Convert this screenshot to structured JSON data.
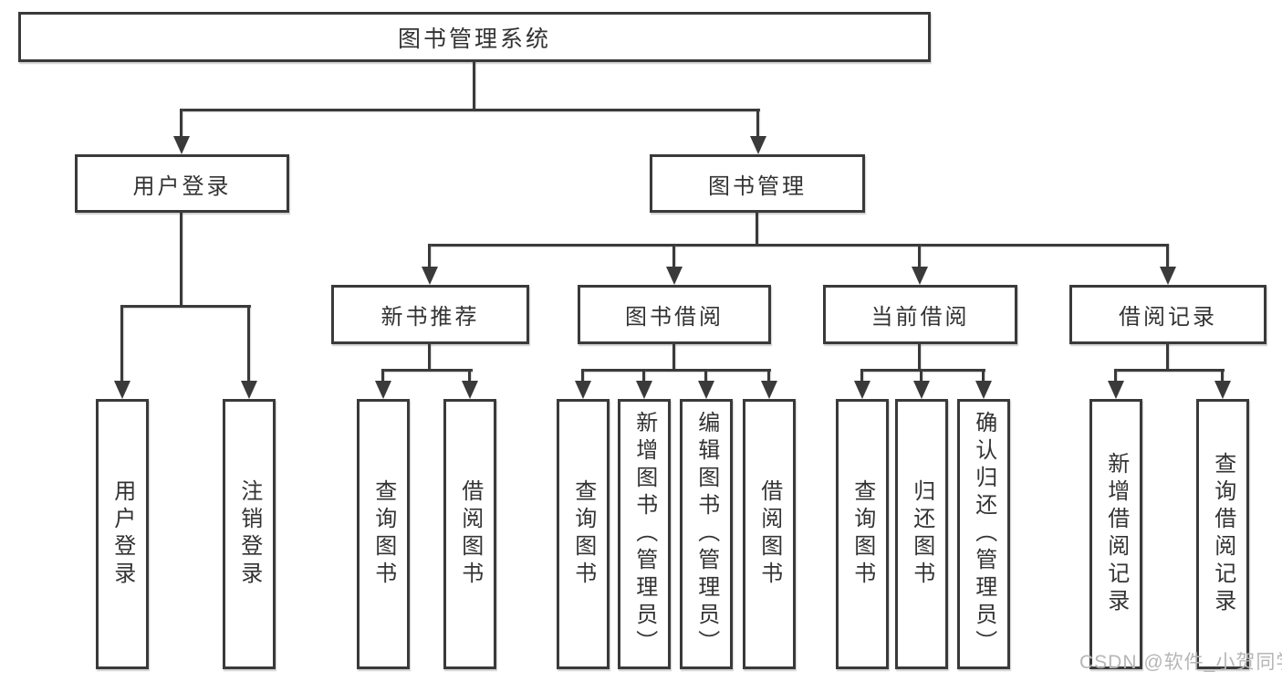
{
  "colors": {
    "line": "#3a3a3a",
    "text": "#333333",
    "watermark": "#b6b6b6",
    "background": "#ffffff"
  },
  "watermark": "CSDN @软件_小贺同学",
  "tree": {
    "root": {
      "label": "图书管理系统"
    },
    "children": [
      {
        "label": "用户登录",
        "children": [
          {
            "label": "用户登录"
          },
          {
            "label": "注销登录"
          }
        ]
      },
      {
        "label": "图书管理",
        "children": [
          {
            "label": "新书推荐",
            "children": [
              {
                "label": "查询图书"
              },
              {
                "label": "借阅图书"
              }
            ]
          },
          {
            "label": "图书借阅",
            "children": [
              {
                "label": "查询图书"
              },
              {
                "label": "新增图书（管理员）"
              },
              {
                "label": "编辑图书（管理员）"
              },
              {
                "label": "借阅图书"
              }
            ]
          },
          {
            "label": "当前借阅",
            "children": [
              {
                "label": "查询图书"
              },
              {
                "label": "归还图书"
              },
              {
                "label": "确认归还（管理员）"
              }
            ]
          },
          {
            "label": "借阅记录",
            "children": [
              {
                "label": "新增借阅记录"
              },
              {
                "label": "查询借阅记录"
              }
            ]
          }
        ]
      }
    ]
  }
}
